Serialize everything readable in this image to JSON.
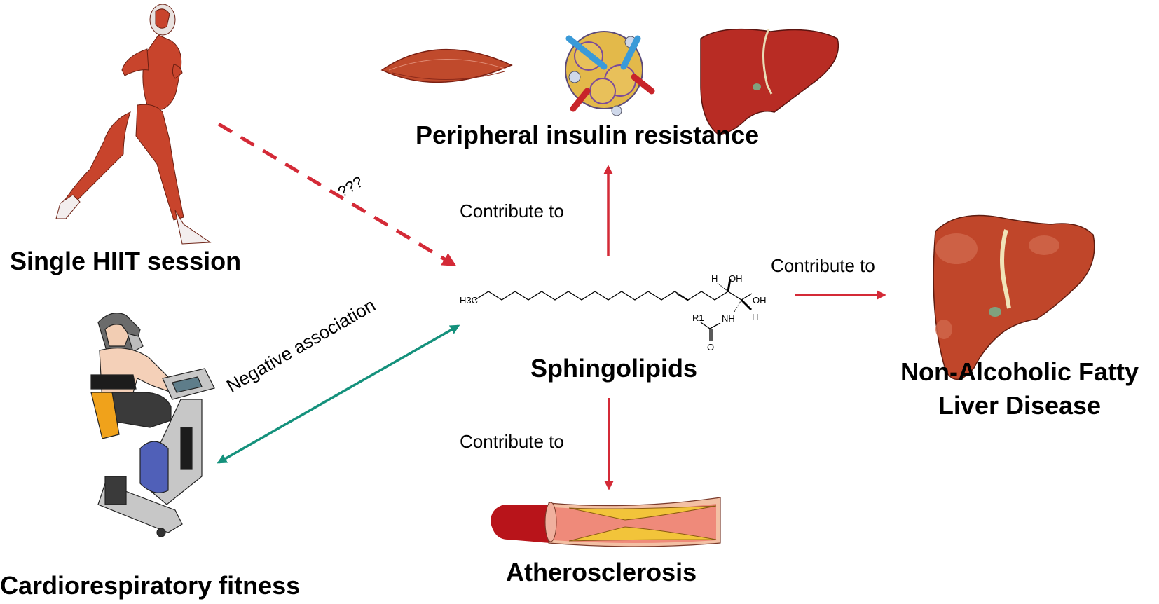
{
  "diagram": {
    "nodes": {
      "hiit": {
        "label": "Single HIIT session",
        "icon": "running-muscle-figure"
      },
      "fitness": {
        "label": "Cardiorespiratory fitness",
        "icon": "exercise-bike-vo2-test"
      },
      "sphingolipids": {
        "label": "Sphingolipids",
        "icon": "ceramide-structure"
      },
      "insulin": {
        "label": "Peripheral insulin resistance",
        "icons": [
          "skeletal-muscle",
          "adipose-tissue",
          "liver"
        ]
      },
      "nafld": {
        "label_line1": "Non-Alcoholic Fatty",
        "label_line2": "Liver Disease",
        "icon": "liver"
      },
      "athero": {
        "label": "Atherosclerosis",
        "icon": "plaque-artery"
      }
    },
    "edges": {
      "hiit_to_sphingo": {
        "label": "???",
        "style": "dashed",
        "color": "#d42a37"
      },
      "fitness_sphingo": {
        "label": "Negative association",
        "style": "bidirectional",
        "color": "#14917c"
      },
      "to_insulin": {
        "label": "Contribute to",
        "color": "#d42a37"
      },
      "to_nafld": {
        "label": "Contribute to",
        "color": "#d42a37"
      },
      "to_athero": {
        "label": "Contribute to",
        "color": "#d42a37"
      }
    },
    "chemistry": {
      "methyl": "H3C",
      "hydroxyl_top": "OH",
      "hydroxyl_end": "OH",
      "h_top": "H",
      "h_bottom": "H",
      "amide_nh": "NH",
      "r_group": "R1",
      "carbonyl_o": "O"
    }
  }
}
